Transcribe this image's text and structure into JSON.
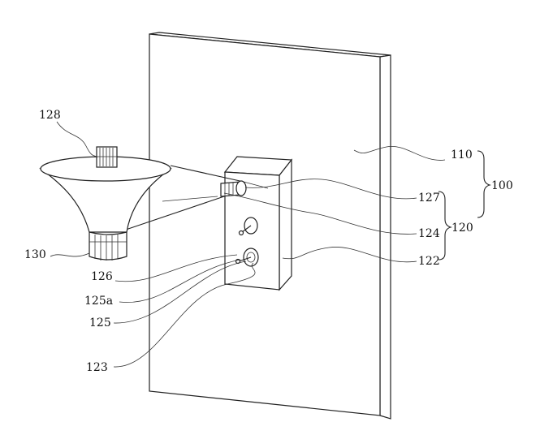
{
  "labels": {
    "l128": "128",
    "l110": "110",
    "l100": "100",
    "l127": "127",
    "l120": "120",
    "l124": "124",
    "l130": "130",
    "l126": "126",
    "l122": "122",
    "l125a": "125a",
    "l125": "125",
    "l123": "123"
  }
}
